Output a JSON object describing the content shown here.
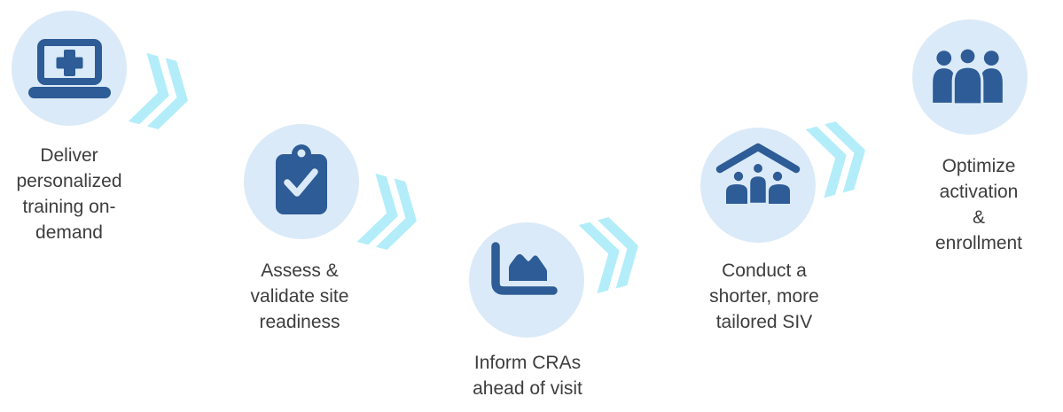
{
  "colors": {
    "page_bg": "#ffffff",
    "circle_bg": "#dbeaf8",
    "icon": "#2d5c96",
    "chevron": "#b3edf9",
    "text": "#3d3d3d"
  },
  "steps": [
    {
      "icon": "laptop-medical-icon",
      "label": "Deliver\npersonalized\ntraining on-\ndemand"
    },
    {
      "icon": "clipboard-check-icon",
      "label": "Assess &\nvalidate site\nreadiness"
    },
    {
      "icon": "area-chart-icon",
      "label": "Inform CRAs\nahead of visit"
    },
    {
      "icon": "people-under-roof-icon",
      "label": "Conduct a\nshorter, more\ntailored SIV"
    },
    {
      "icon": "people-group-icon",
      "label": "Optimize\nactivation &\nenrollment"
    }
  ],
  "arrows": [
    {
      "icon": "double-chevron-icon",
      "direction": "down-right"
    },
    {
      "icon": "double-chevron-icon",
      "direction": "down-right"
    },
    {
      "icon": "double-chevron-icon",
      "direction": "up-right"
    },
    {
      "icon": "double-chevron-icon",
      "direction": "up-right"
    }
  ]
}
